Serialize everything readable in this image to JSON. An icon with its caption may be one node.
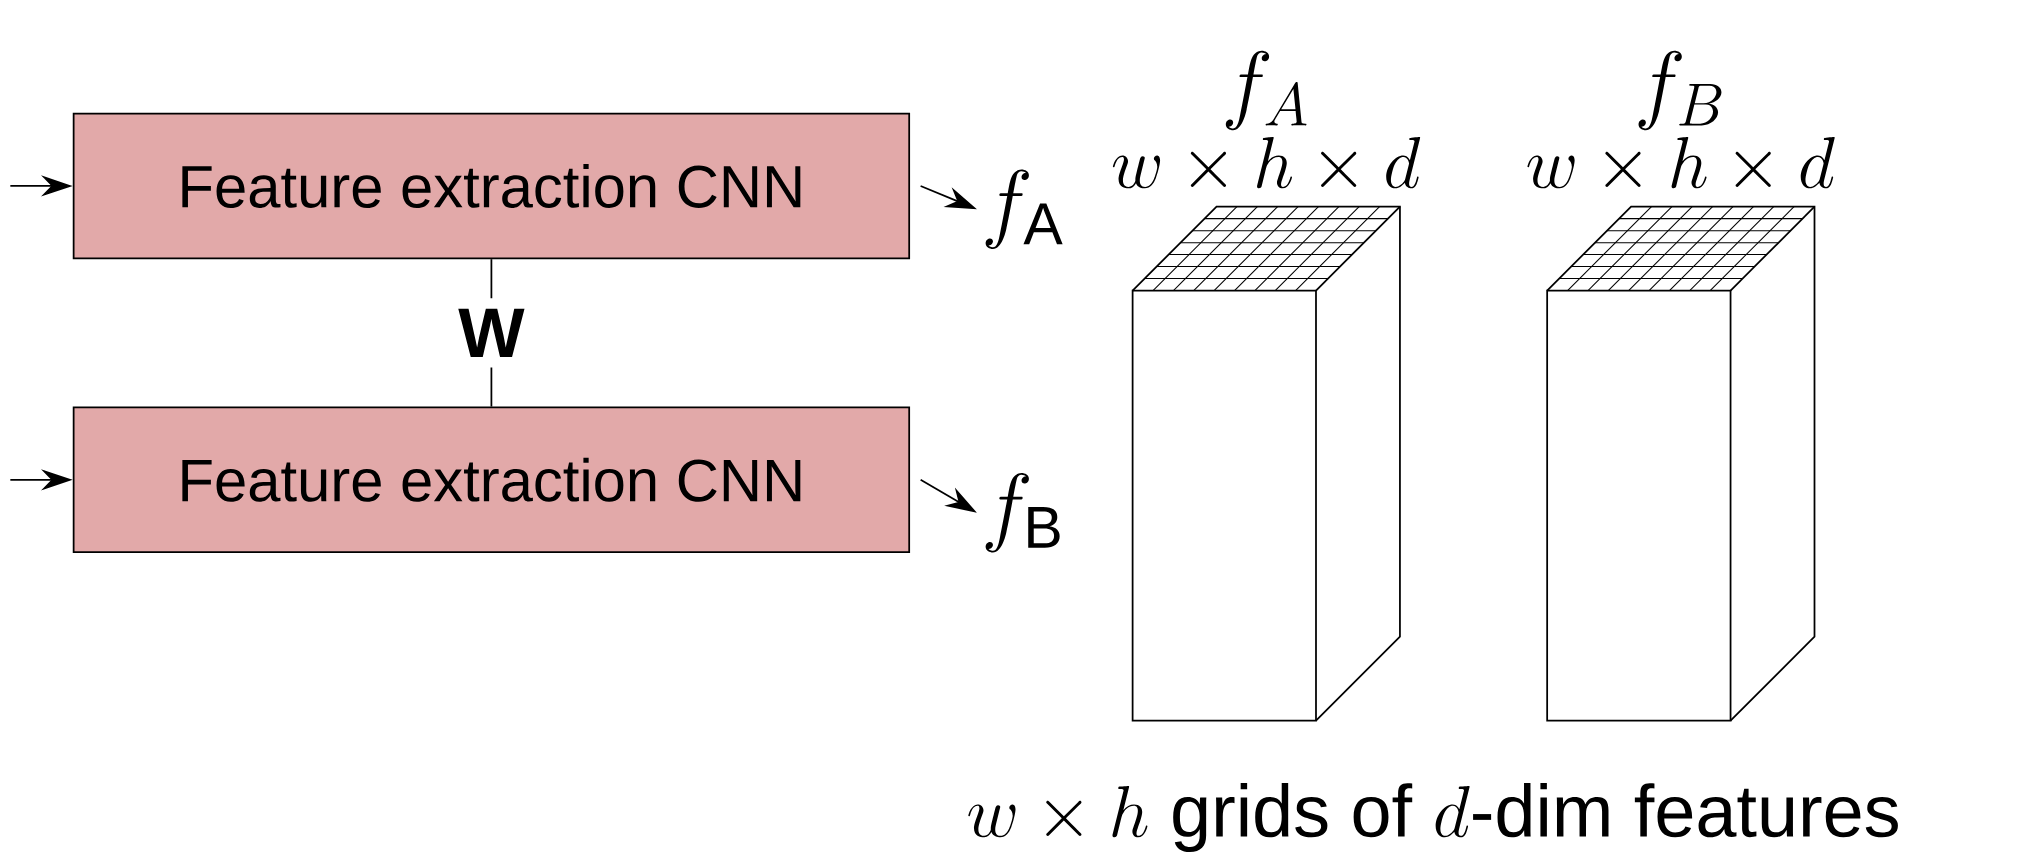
{
  "diagram": {
    "nodes": [
      {
        "text": [
          "Feature extraction CNN"
        ]
      },
      {
        "text": [
          "Feature extraction CNN"
        ]
      },
      {
        "text": [
          "f_\\mathrm{A}"
        ]
      },
      {
        "text": [
          "f_\\mathrm{B}"
        ]
      },
      {
        "text": [],
        "shape": "box",
        "beside": [
          "f_A",
          "w \\times h \\times d"
        ]
      },
      {
        "text": [],
        "shape": "box",
        "beside": [
          "f_B",
          "w \\times h \\times d"
        ]
      }
    ],
    "edges": [
      {
        "from": null,
        "to": 0,
        "arrow": "to"
      },
      {
        "from": null,
        "to": 1,
        "arrow": "to"
      },
      {
        "from": 0,
        "to": 2,
        "arrow": "to"
      },
      {
        "from": 1,
        "to": 3,
        "arrow": "to"
      },
      {
        "from": 0,
        "to": 1,
        "arrow": "none",
        "label": "\\mathbf{W}"
      }
    ],
    "labels": [
      "w \\times h \\text{ grids of } d\\text{-dim features}"
    ]
  }
}
